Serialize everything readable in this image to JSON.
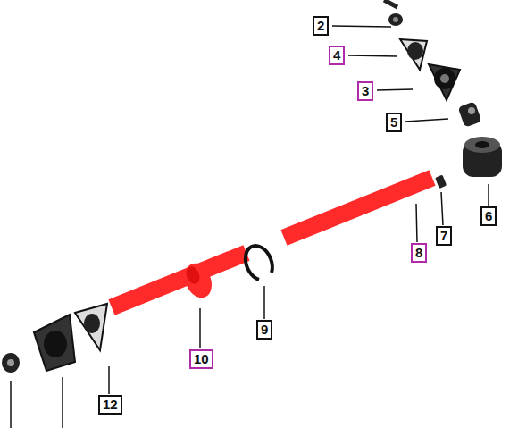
{
  "diagram": {
    "labels": [
      "2",
      "4",
      "3",
      "5",
      "6",
      "7",
      "8",
      "9",
      "10",
      "12"
    ]
  }
}
